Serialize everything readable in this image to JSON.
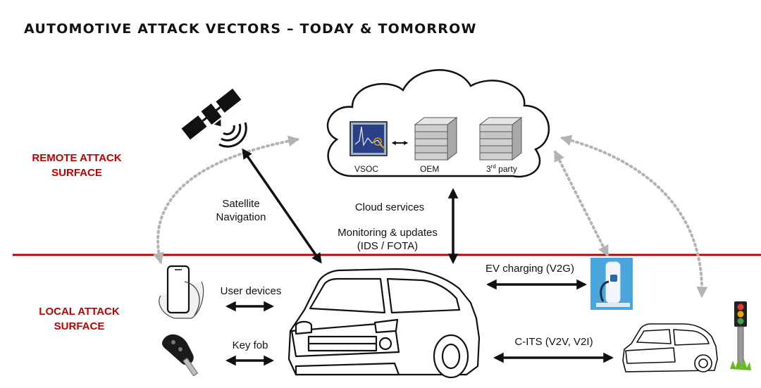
{
  "title": "AUTOMOTIVE ATTACK VECTORS – TODAY & TOMORROW",
  "surfaces": {
    "remote": [
      "REMOTE ATTACK",
      "SURFACE"
    ],
    "local": [
      "LOCAL ATTACK",
      "SURFACE"
    ]
  },
  "cloud": {
    "vsoc": "VSOC",
    "oem": "OEM",
    "third_party_prefix": "3",
    "third_party_sup": "rd",
    "third_party_suffix": " party"
  },
  "vectors": {
    "satellite": [
      "Satellite",
      "Navigation"
    ],
    "cloud_services": "Cloud services",
    "monitoring": [
      "Monitoring & updates",
      "(IDS / FOTA)"
    ],
    "ev_charging": "EV charging (V2G)",
    "user_devices": "User devices",
    "key_fob": "Key fob",
    "cits": "C-ITS (V2V, V2I)"
  },
  "colors": {
    "divider": "#c00000",
    "surface_label": "#c00000",
    "dotted_arrow": "#b3b3b3",
    "solid_arrow": "#111111",
    "charger_bg": "#4aa5dd",
    "traffic_red": "#e53935",
    "traffic_amber": "#f4a300",
    "traffic_green": "#43a047",
    "grass": "#66bb22"
  },
  "icons": [
    "satellite-icon",
    "cloud-icon",
    "monitor-icon",
    "server-icon",
    "smartphone-icon",
    "key-fob-icon",
    "car-icon",
    "ev-charger-icon",
    "traffic-light-icon"
  ]
}
